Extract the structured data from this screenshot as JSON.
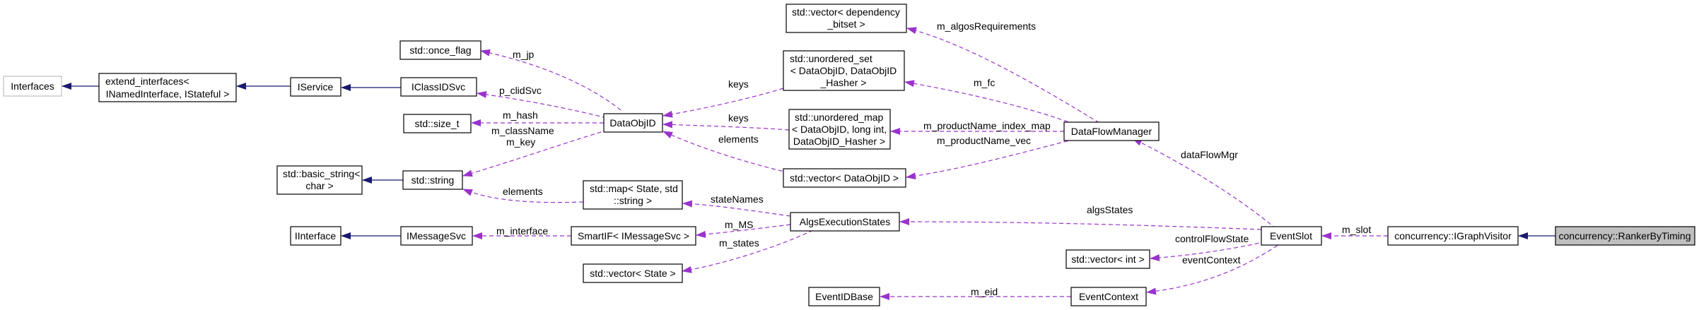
{
  "diagram": {
    "nodes": {
      "interfaces": "Interfaces",
      "extend_l1": "extend_interfaces<",
      "extend_l2": "INamedInterface, IStateful >",
      "iservice": "IService",
      "iclassidsvc": "IClassIDSvc",
      "once_flag": "std::once_flag",
      "size_t": "std::size_t",
      "basic_string_l1": "std::basic_string<",
      "basic_string_l2": "char >",
      "string": "std::string",
      "iinterface": "IInterface",
      "imessagesvc": "IMessageSvc",
      "dataobjid": "DataObjID",
      "map_l1": "std::map< State, std",
      "map_l2": "::string >",
      "smartif": "SmartIF< IMessageSvc >",
      "vector_state": "std::vector< State >",
      "vector_dep_l1": "std::vector< dependency",
      "vector_dep_l2": "_bitset >",
      "unordered_set_l1": "std::unordered_set",
      "unordered_set_l2": "< DataObjID, DataObjID",
      "unordered_set_l3": "_Hasher >",
      "unordered_map_l1": "std::unordered_map",
      "unordered_map_l2": "< DataObjID, long int,",
      "unordered_map_l3": "DataObjID_Hasher >",
      "vector_dataobjid": "std::vector< DataObjID >",
      "algs_exec_states": "AlgsExecutionStates",
      "eventidbase": "EventIDBase",
      "dataflowmanager": "DataFlowManager",
      "eventcontext": "EventContext",
      "vector_int": "std::vector< int >",
      "eventslot": "EventSlot",
      "igraphvisitor": "concurrency::IGraphVisitor",
      "ranker": "concurrency::RankerByTiming"
    },
    "edge_labels": {
      "m_jp": "m_jp",
      "p_clidSvc": "p_clidSvc",
      "m_hash": "m_hash",
      "m_className": "m_className",
      "m_key": "m_key",
      "elements_string": "elements",
      "keys_set": "keys",
      "keys_map": "keys",
      "elements_vec": "elements",
      "m_algosRequirements": "m_algosRequirements",
      "m_fc": "m_fc",
      "m_productName_index_map": "m_productName_index_map",
      "m_productName_vec": "m_productName_vec",
      "stateNames": "stateNames",
      "m_MS": "m_MS",
      "m_states": "m_states",
      "m_interface": "m_interface",
      "dataFlowMgr": "dataFlowMgr",
      "algsStates": "algsStates",
      "controlFlowState": "controlFlowState",
      "eventContext": "eventContext",
      "m_eid": "m_eid",
      "m_slot": "m_slot"
    },
    "colors": {
      "inheritance": "#191970",
      "usage": "#9a32cd",
      "focus_fill": "#bfbfbf",
      "muted_border": "#bfbfbf"
    }
  }
}
